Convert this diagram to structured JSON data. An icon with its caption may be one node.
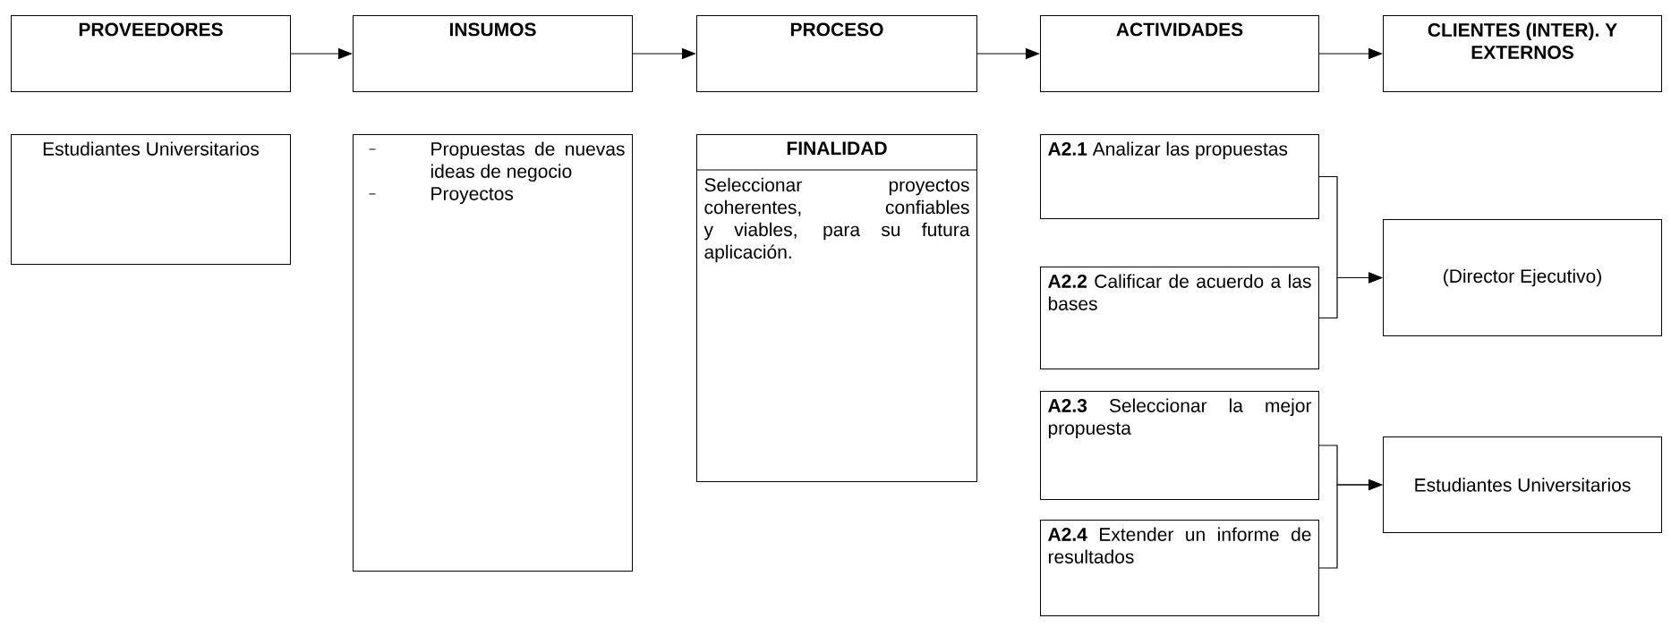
{
  "diagram": {
    "nodes": [
      {
        "text": [
          "PROVEEDORES"
        ]
      },
      {
        "text": [
          "INSUMOS"
        ]
      },
      {
        "text": [
          "PROCESO"
        ]
      },
      {
        "text": [
          "ACTIVIDADES"
        ]
      },
      {
        "text": [
          "CLIENTES (INTER). Y EXTERNOS"
        ]
      },
      {
        "text": [
          "Estudiantes Universitarios"
        ]
      },
      {
        "text": [
          "Propuestas de nuevas ideas de negocio",
          "Proyectos"
        ]
      },
      {
        "text": [
          "FINALIDAD",
          "Seleccionar proyectos coherentes, confiables y viables, para su futura aplicación."
        ]
      },
      {
        "text": [
          "**A2.1** Analizar las propuestas"
        ]
      },
      {
        "text": [
          "**A2.2** Calificar de acuerdo a las bases"
        ]
      },
      {
        "text": [
          "**A2.3** Seleccionar la mejor propuesta"
        ]
      },
      {
        "text": [
          "**A2.4** Extender un informe de resultados"
        ]
      },
      {
        "text": [
          "(Director Ejecutivo)"
        ]
      },
      {
        "text": [
          "Estudiantes Universitarios"
        ]
      }
    ],
    "edges": [
      {
        "from": 0,
        "to": 1,
        "arrow": "to"
      },
      {
        "from": 1,
        "to": 2,
        "arrow": "to"
      },
      {
        "from": 2,
        "to": 3,
        "arrow": "to"
      },
      {
        "from": 3,
        "to": 4,
        "arrow": "to"
      },
      {
        "from": 8,
        "to": 12,
        "arrow": "to"
      },
      {
        "from": 9,
        "to": 12,
        "arrow": "to"
      },
      {
        "from": 10,
        "to": 13,
        "arrow": "to"
      },
      {
        "from": 11,
        "to": 13,
        "arrow": "to"
      }
    ]
  }
}
